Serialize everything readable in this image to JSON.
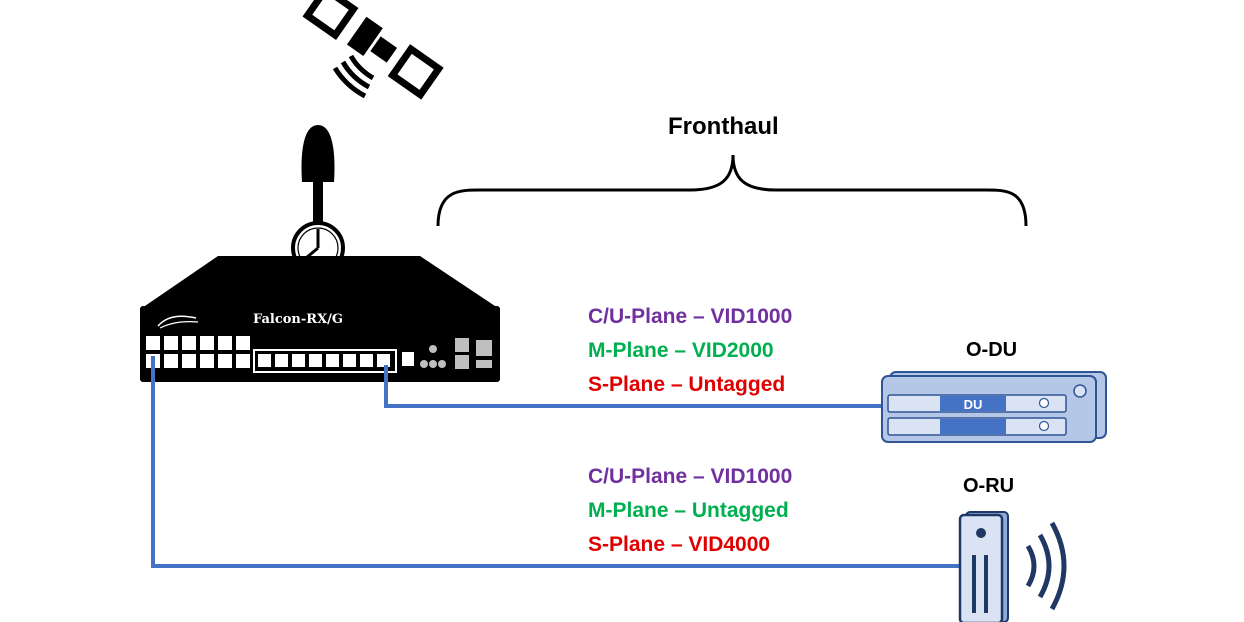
{
  "title": "Fronthaul",
  "device": {
    "name": "Falcon-RX/G"
  },
  "nodes": {
    "du": "O-DU",
    "du_badge": "DU",
    "ru": "O-RU"
  },
  "links": {
    "du": [
      {
        "text": "C/U-Plane – VID1000",
        "color": "#7030a0"
      },
      {
        "text": "M-Plane – VID2000",
        "color": "#00b050"
      },
      {
        "text": "S-Plane – Untagged",
        "color": "#e00000"
      }
    ],
    "ru": [
      {
        "text": "C/U-Plane – VID1000",
        "color": "#7030a0"
      },
      {
        "text": "M-Plane – Untagged",
        "color": "#00b050"
      },
      {
        "text": "S-Plane – VID4000",
        "color": "#e00000"
      }
    ]
  },
  "colors": {
    "cable": "#4472c4",
    "du_fill": "#b4c7e7",
    "du_stroke": "#2f5597",
    "ru_fill": "#dae3f3"
  },
  "icons": [
    "satellite-icon",
    "gnss-antenna-icon",
    "clock-icon",
    "radio-waves-icon"
  ]
}
